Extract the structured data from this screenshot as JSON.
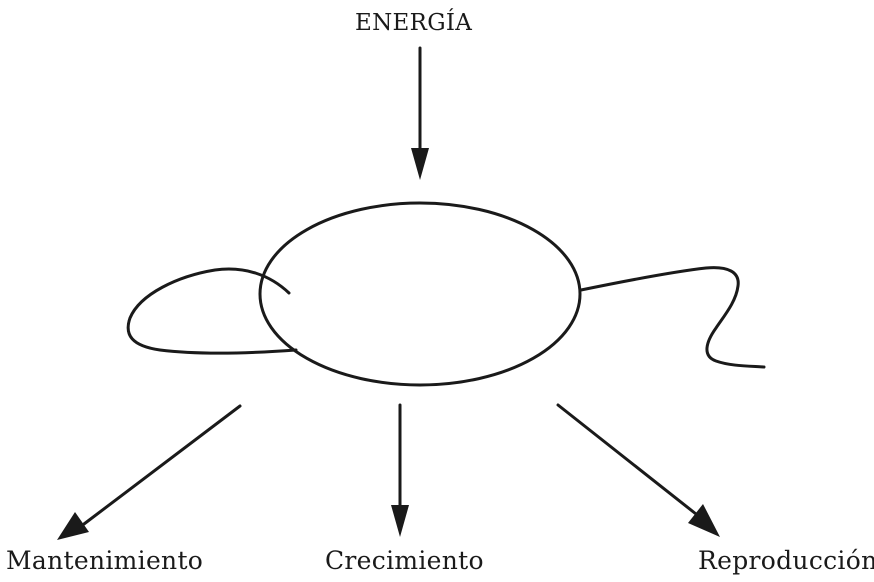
{
  "input": {
    "label": "ENERGÍA"
  },
  "outputs": [
    {
      "label": "Mantenimiento"
    },
    {
      "label": "Crecimiento"
    },
    {
      "label": "Reproducción"
    }
  ],
  "colors": {
    "ink": "#1a1a1a",
    "background": "#ffffff"
  }
}
